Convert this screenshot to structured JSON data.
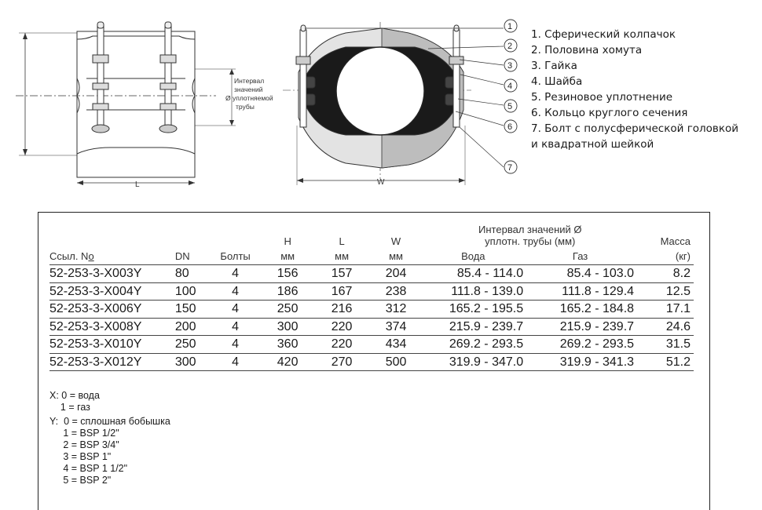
{
  "diagram": {
    "dim_L": "L",
    "dim_W": "W",
    "interval_label": [
      "Интервал",
      "значений",
      "Ø уплотняемой",
      "трубы"
    ],
    "callouts": [
      "1",
      "2",
      "3",
      "4",
      "5",
      "6",
      "7"
    ]
  },
  "legend": [
    "1. Сферический колпачок",
    "2. Половина хомута",
    "3. Гайка",
    "4. Шайба",
    "5. Резиновое уплотнение",
    "6. Кольцо круглого сечения",
    "7. Болт с полусферической головкой",
    "и квадратной шейкой"
  ],
  "table": {
    "header": {
      "ref": "Ссыл. No",
      "ref_prefix": "Ссыл. N",
      "ref_suffix": "o",
      "dn": "DN",
      "bolts": "Болты",
      "h": "H",
      "l": "L",
      "w": "W",
      "unit_mm": "мм",
      "interval": "Интервал значений Ø",
      "interval2": "уплотн. трубы (мм)",
      "water": "Вода",
      "gas": "Газ",
      "mass": "Масса",
      "mass_unit": "(кг)"
    },
    "rows": [
      [
        "52-253-3-X003Y",
        "80",
        "4",
        "156",
        "157",
        "204",
        "85.4 - 114.0",
        "85.4 - 103.0",
        "8.2"
      ],
      [
        "52-253-3-X004Y",
        "100",
        "4",
        "186",
        "167",
        "238",
        "111.8 - 139.0",
        "111.8 - 129.4",
        "12.5"
      ],
      [
        "52-253-3-X006Y",
        "150",
        "4",
        "250",
        "216",
        "312",
        "165.2 - 195.5",
        "165.2 - 184.8",
        "17.1"
      ],
      [
        "52-253-3-X008Y",
        "200",
        "4",
        "300",
        "220",
        "374",
        "215.9 - 239.7",
        "215.9 - 239.7",
        "24.6"
      ],
      [
        "52-253-3-X010Y",
        "250",
        "4",
        "360",
        "220",
        "434",
        "269.2 - 293.5",
        "269.2 - 293.5",
        "31.5"
      ],
      [
        "52-253-3-X012Y",
        "300",
        "4",
        "420",
        "270",
        "500",
        "319.9 - 347.0",
        "319.9 - 341.3",
        "51.2"
      ]
    ]
  },
  "notes": {
    "x": [
      "X: 0 = вода",
      "    1 = газ"
    ],
    "y": [
      "Y:  0 = сплошная бобышка",
      "     1 = BSP 1/2\"",
      "     2 = BSP 3/4\"",
      "     3 = BSP 1\"",
      "     4 = BSP 1 1/2\"",
      "     5 = BSP 2\""
    ]
  }
}
